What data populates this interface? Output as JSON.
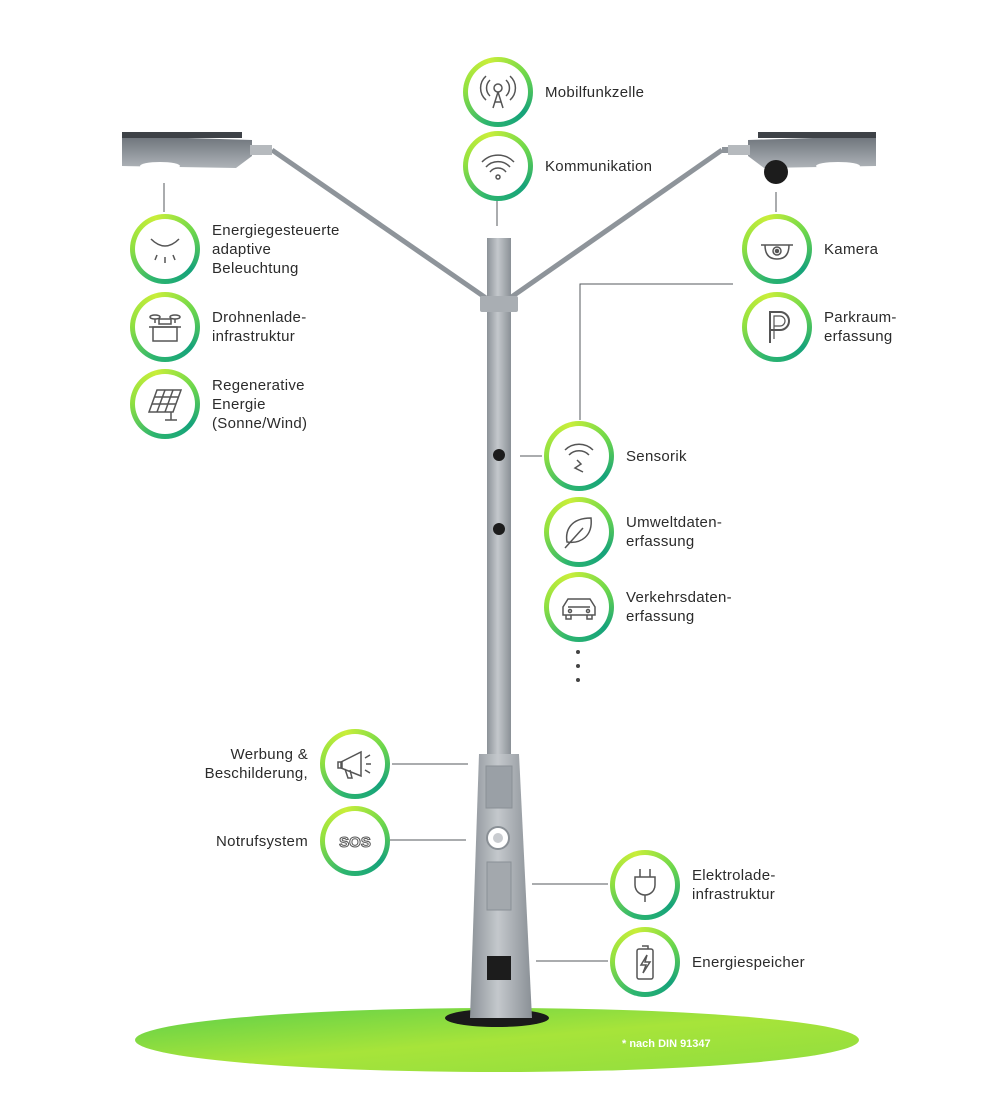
{
  "features": {
    "mobilfunk": {
      "label": "Mobilfunkzelle",
      "icon": "antenna-icon"
    },
    "kommunikation": {
      "label": "Kommunikation",
      "icon": "wifi-icon"
    },
    "beleuchtung": {
      "label": "Energiegesteuerte\nadaptive\nBeleuchtung",
      "icon": "lamp-light-icon"
    },
    "drohnen": {
      "label": "Drohnenlade-\ninfrastruktur",
      "icon": "drone-charging-icon"
    },
    "regenerativ": {
      "label": "Regenerative\nEnergie\n(Sonne/Wind)",
      "icon": "solar-panel-icon"
    },
    "kamera": {
      "label": "Kamera",
      "icon": "camera-icon"
    },
    "parkraum": {
      "label": "Parkraum-\nerfassung",
      "icon": "parking-icon"
    },
    "sensorik": {
      "label": "Sensorik",
      "icon": "sensor-icon"
    },
    "umwelt": {
      "label": "Umweltdaten-\nerfassung",
      "icon": "leaf-icon"
    },
    "verkehr": {
      "label": "Verkehrsdaten-\nerfassung",
      "icon": "car-icon"
    },
    "werbung": {
      "label": "Werbung &\nBeschilderung,",
      "icon": "megaphone-icon"
    },
    "notruf": {
      "label": "Notrufsystem",
      "icon": "sos-icon"
    },
    "elektrolade": {
      "label": "Elektrolade-\ninfrastruktur",
      "icon": "plug-icon"
    },
    "speicher": {
      "label": "Energiespeicher",
      "icon": "battery-icon"
    }
  },
  "footnote": "* nach DIN 91347",
  "colors": {
    "ring_green": "#8fe040",
    "ring_teal": "#16a37a",
    "pole": "#9ea4aa",
    "ground": "#9fe03a"
  }
}
